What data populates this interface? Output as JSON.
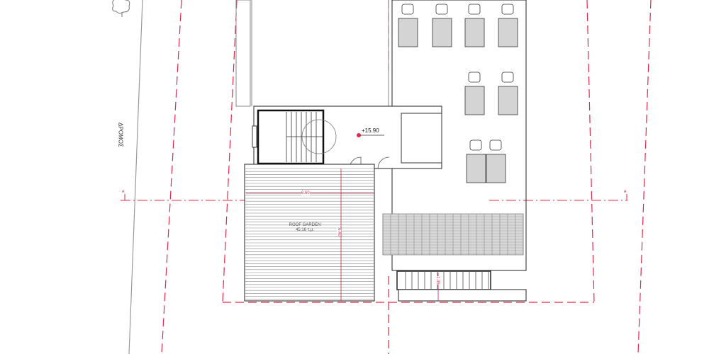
{
  "street_label": "ΔΡΟΜΟΣ",
  "level_marker": "+15.90",
  "roof_garden": {
    "name": "ROOF GARDEN",
    "area": "45,16 τ.μ."
  },
  "dimensions": {
    "width": "6.60",
    "depth": "6.40",
    "stair": "1.35"
  },
  "section_marker": "A",
  "colors": {
    "section": "#e0284a",
    "lines": "#222222",
    "fill": "#cccccc"
  }
}
